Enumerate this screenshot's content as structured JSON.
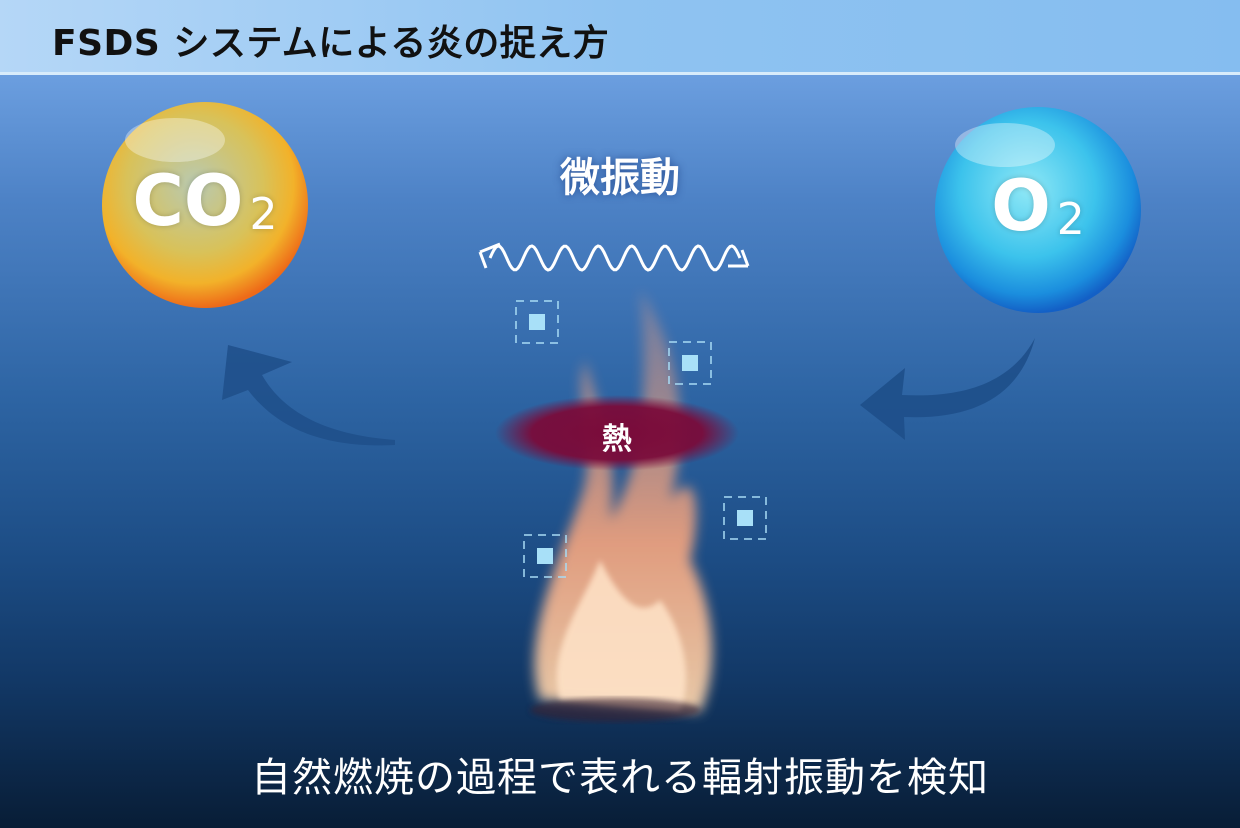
{
  "header": {
    "title": "FSDS システムによる炎の捉え方"
  },
  "diagram": {
    "co2_label": "CO",
    "co2_subscript": "2",
    "o2_label": "O",
    "o2_subscript": "2",
    "vibration_label": "微振動",
    "heat_label": "熱",
    "caption": "自然燃焼の過程で表れる輻射振動を検知"
  },
  "colors": {
    "heat": "#7a0b3a",
    "co2_bubble": "#f08a1c",
    "o2_bubble": "#1a9be0",
    "arrow": "#1e4f8a"
  }
}
